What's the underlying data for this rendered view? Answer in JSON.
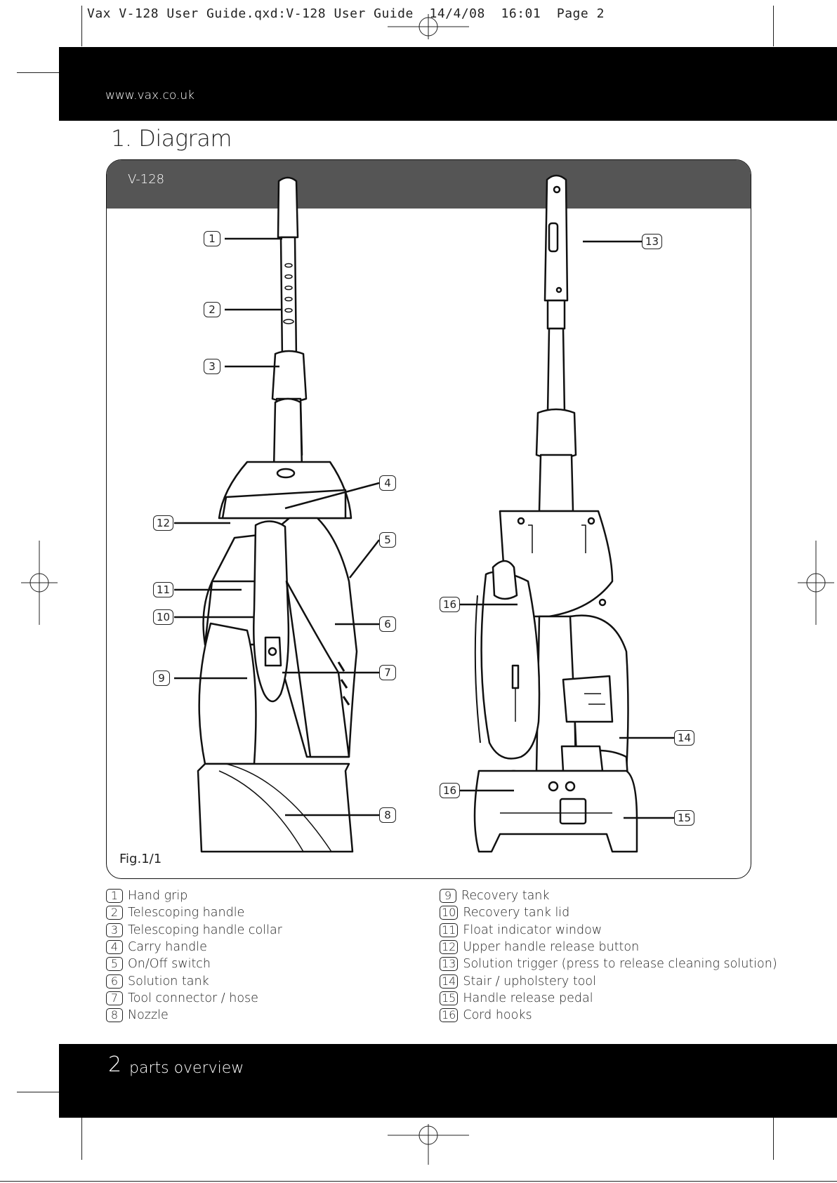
{
  "slug_line": "Vax V-128 User Guide.qxd:V-128 User Guide  14/4/08  16:01  Page 2",
  "header": {
    "site_url": "www.vax.co.uk"
  },
  "section_title": "1. Diagram",
  "diagram": {
    "model": "V-128",
    "figure_label": "Fig.1/1",
    "callouts": [
      "1",
      "2",
      "3",
      "4",
      "5",
      "6",
      "7",
      "8",
      "9",
      "10",
      "11",
      "12",
      "13",
      "14",
      "15",
      "16",
      "16"
    ]
  },
  "parts": [
    {
      "num": "1",
      "label": "Hand grip"
    },
    {
      "num": "2",
      "label": "Telescoping handle"
    },
    {
      "num": "3",
      "label": "Telescoping handle collar"
    },
    {
      "num": "4",
      "label": "Carry handle"
    },
    {
      "num": "5",
      "label": "On/Off switch"
    },
    {
      "num": "6",
      "label": "Solution tank"
    },
    {
      "num": "7",
      "label": "Tool connector / hose"
    },
    {
      "num": "8",
      "label": "Nozzle"
    },
    {
      "num": "9",
      "label": "Recovery tank"
    },
    {
      "num": "10",
      "label": "Recovery tank lid"
    },
    {
      "num": "11",
      "label": "Float indicator window"
    },
    {
      "num": "12",
      "label": "Upper handle release button"
    },
    {
      "num": "13",
      "label": "Solution trigger (press to release cleaning solution)"
    },
    {
      "num": "14",
      "label": "Stair / upholstery tool"
    },
    {
      "num": "15",
      "label": "Handle release pedal"
    },
    {
      "num": "16",
      "label": "Cord hooks"
    }
  ],
  "footer": {
    "page_number": "2",
    "title": "parts overview"
  }
}
